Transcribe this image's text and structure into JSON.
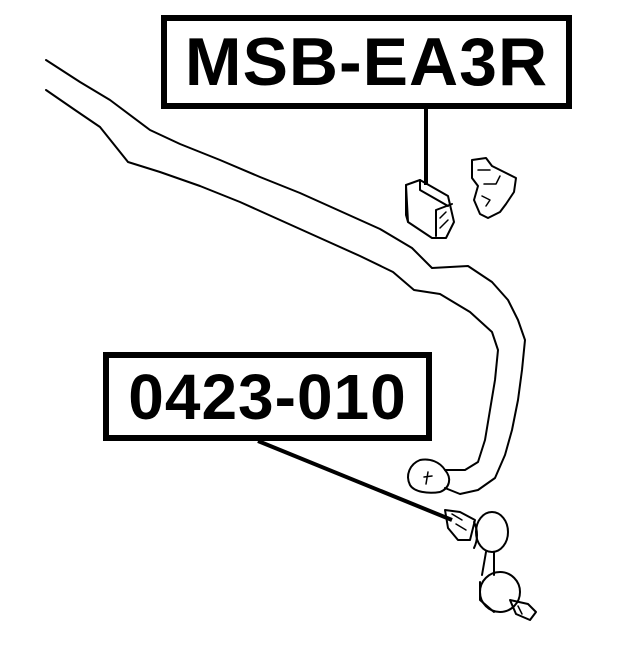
{
  "diagram": {
    "type": "auto-parts-exploded-view",
    "subject": "stabilizer bar with bushing and stabilizer link",
    "colors": {
      "line": "#000000",
      "background": "#ffffff"
    },
    "callouts": [
      {
        "id": "bushing",
        "part_number": "MSB-EA3R",
        "points_to": "stabilizer bar bushing"
      },
      {
        "id": "link",
        "part_number": "0423-010",
        "points_to": "stabilizer link"
      }
    ],
    "components": [
      "stabilizer-bar",
      "stabilizer-bushing",
      "bushing-bracket",
      "stabilizer-link"
    ]
  }
}
